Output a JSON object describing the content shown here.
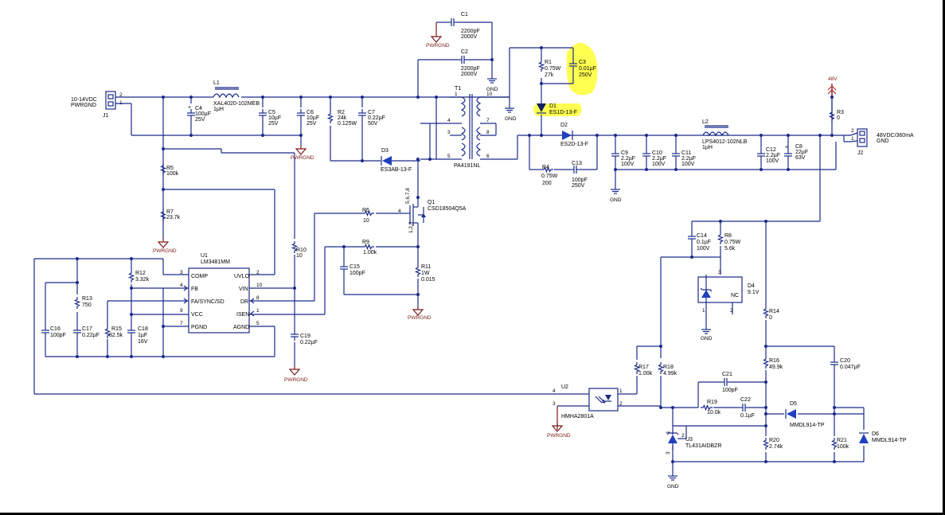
{
  "colors": {
    "wire": "#1a2a8a",
    "pwrgnd": "#7a1a1a",
    "highlight": "#ffff33",
    "diode": "#2040c0",
    "arrow_red": "#c03030"
  },
  "connectors": {
    "J1": {
      "ref": "J1",
      "label1": "10-14VDC",
      "label2": "PWRGND",
      "pin1": "1",
      "pin2": "2"
    },
    "J2": {
      "ref": "J2",
      "label1": "48VDC/360mA",
      "label2": "GND",
      "pin1": "1",
      "pin2": "2"
    }
  },
  "components": {
    "C1": [
      "C1",
      "2200pF",
      "2000V"
    ],
    "C2": [
      "C2",
      "2200pF",
      "2000V"
    ],
    "R1": [
      "R1",
      "0.75W",
      "27k"
    ],
    "C3": [
      "C3",
      "0.01µF",
      "250V"
    ],
    "D1": [
      "D1",
      "ES1D-13-F"
    ],
    "D2": [
      "D2",
      "ES2D-13-F"
    ],
    "R4": [
      "R4",
      "0.75W",
      "200"
    ],
    "C13": [
      "C13",
      "100pF",
      "250V"
    ],
    "L1": [
      "L1",
      "XAL4020-102MEB",
      "1µH"
    ],
    "C4": [
      "C4",
      "100µF",
      "25V"
    ],
    "C5": [
      "C5",
      "10µF",
      "25V"
    ],
    "C6": [
      "C6",
      "10µF",
      "25V"
    ],
    "R2": [
      "R2",
      "24k",
      "0.125W"
    ],
    "C7": [
      "C7",
      "0.22µF",
      "50V"
    ],
    "T1": [
      "T1",
      "PA4191NL"
    ],
    "D3": [
      "D3",
      "ES3AB-13-F"
    ],
    "C9": [
      "C9",
      "2.2µF",
      "100V"
    ],
    "C10": [
      "C10",
      "2.2µF",
      "100V"
    ],
    "C11": [
      "C11",
      "2.2µF",
      "100V"
    ],
    "L2": [
      "L2",
      "LPS4012-102NLB",
      "1µH"
    ],
    "C12": [
      "C12",
      "2.2µF",
      "100V"
    ],
    "C8": [
      "C8",
      "22µF",
      "63V"
    ],
    "R3": [
      "R3",
      "0"
    ],
    "R5": [
      "R5",
      "100k"
    ],
    "R7": [
      "R7",
      "23.7k"
    ],
    "Q1": [
      "Q1",
      "CSD18504Q5A"
    ],
    "R6": [
      "R6",
      "10"
    ],
    "R9": [
      "R9",
      "1.00k"
    ],
    "C15": [
      "C15",
      "100pF"
    ],
    "R11": [
      "R11",
      "1W",
      "0.015"
    ],
    "R10": [
      "R10",
      "10"
    ],
    "C19": [
      "C19",
      "0.22µF"
    ],
    "U1": [
      "U1",
      "LM3481MM"
    ],
    "R12": [
      "R12",
      "3.32k"
    ],
    "R13": [
      "R13",
      "750"
    ],
    "C16": [
      "C16",
      "100pF"
    ],
    "C17": [
      "C17",
      "0.22µF"
    ],
    "R15": [
      "R15",
      "82.5k"
    ],
    "C18": [
      "C18",
      "1µF",
      "16V"
    ],
    "C14": [
      "C14",
      "0.1µF",
      "100V"
    ],
    "R8": [
      "R8",
      "0.75W",
      "5.6k"
    ],
    "D4": [
      "D4",
      "9.1V"
    ],
    "R14": [
      "R14",
      "0"
    ],
    "R16": [
      "R16",
      "49.9k"
    ],
    "C20": [
      "C20",
      "0.047µF"
    ],
    "R17": [
      "R17",
      "1.00k"
    ],
    "R18": [
      "R18",
      "4.99k"
    ],
    "C21": [
      "C21",
      "100pF"
    ],
    "C22": [
      "C22",
      "0.1µF"
    ],
    "R19": [
      "R19",
      "10.0k"
    ],
    "D5": [
      "D5",
      "MMDL914-TP"
    ],
    "D6": [
      "D6",
      "MMDL914-TP"
    ],
    "R20": [
      "R20",
      "2.74k"
    ],
    "R21": [
      "R21",
      "100k"
    ],
    "U2": [
      "U2",
      "HMHA2801A"
    ],
    "U3": [
      "U3",
      "TL431AIDBZR"
    ]
  },
  "u1_pins": {
    "comp": "COMP",
    "fb": "FB",
    "fa": "FA/SYNC/SD",
    "vcc": "VCC",
    "pgnd": "PGND",
    "uvlo": "UVLO",
    "vin": "VIN",
    "dr": "DR",
    "isen": "ISEN",
    "agnd": "AGND",
    "n3": "3",
    "n4": "4",
    "n9": "9",
    "n7": "7",
    "n2": "2",
    "n10": "10",
    "n8": "8",
    "n1": "1",
    "n5": "5"
  },
  "t1_pins": [
    "1",
    "10",
    "4",
    "7",
    "3",
    "8",
    "5",
    "6"
  ],
  "q1_pins": [
    "4",
    "5,6,7,8",
    "1,2,3"
  ],
  "u2_pins": [
    "4",
    "3",
    "1",
    "2"
  ],
  "u3_pins": [
    "1",
    "2",
    "3"
  ],
  "d4_pins": [
    "3",
    "1",
    "2"
  ],
  "d4_nc": "NC",
  "power_label": "48V",
  "grounds": {
    "gnd": "GND",
    "pwrgnd": "PWRGND"
  }
}
